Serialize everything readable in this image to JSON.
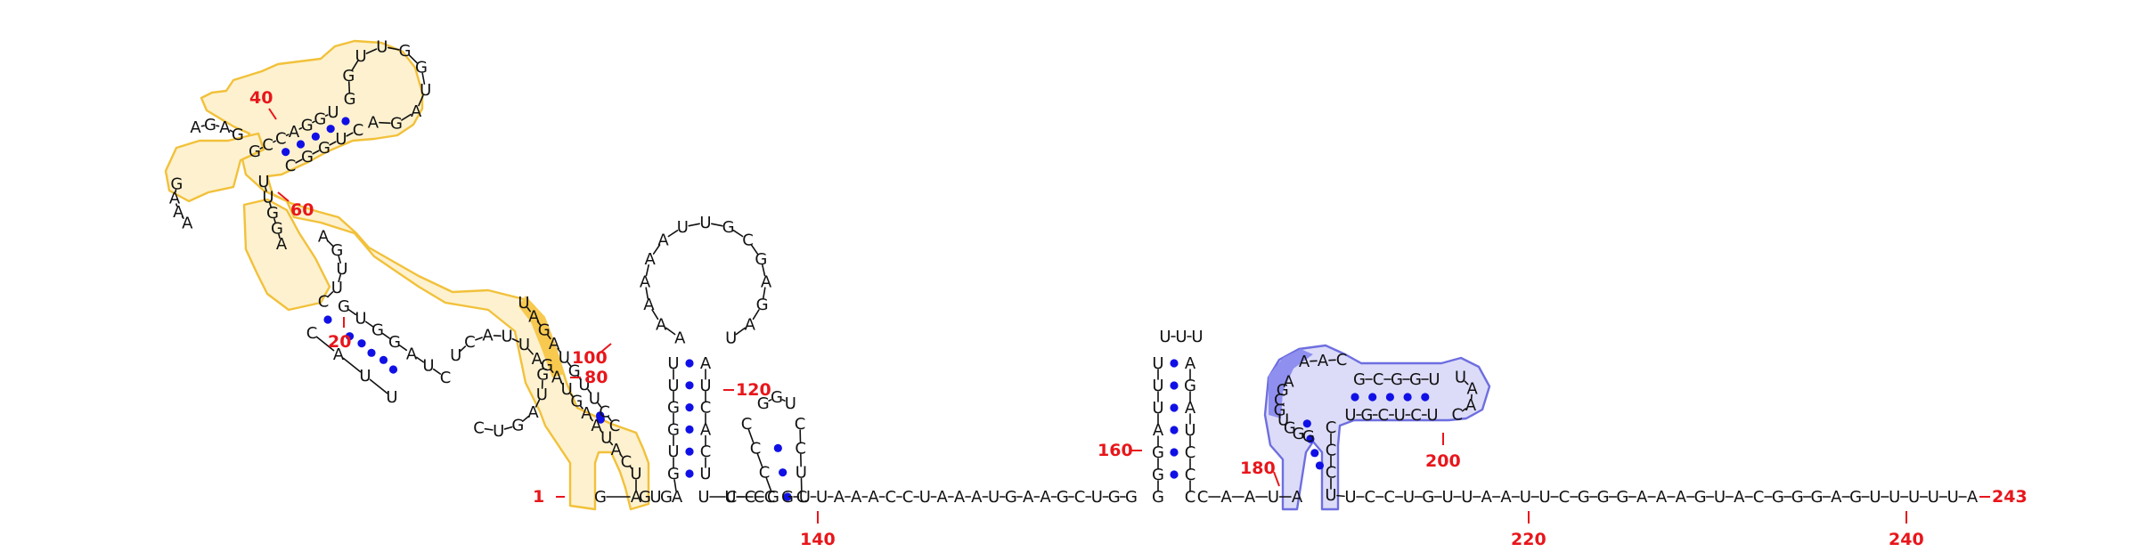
{
  "diagram": {
    "type": "rna-secondary-structure",
    "sequence_length": 243,
    "base_pair_color": "#1010e6",
    "number_color": "#e8161b",
    "highlight_colors": {
      "yellow": "#f2c13a",
      "blue": "#6e6ee0"
    }
  },
  "position_labels": [
    {
      "name": "pos-1",
      "text": "1"
    },
    {
      "name": "pos-20",
      "text": "20"
    },
    {
      "name": "pos-40",
      "text": "40"
    },
    {
      "name": "pos-60",
      "text": "60"
    },
    {
      "name": "pos-80",
      "text": "80"
    },
    {
      "name": "pos-100",
      "text": "100"
    },
    {
      "name": "pos-120",
      "text": "120"
    },
    {
      "name": "pos-140",
      "text": "140"
    },
    {
      "name": "pos-160",
      "text": "160"
    },
    {
      "name": "pos-180",
      "text": "180"
    },
    {
      "name": "pos-200",
      "text": "200"
    },
    {
      "name": "pos-220",
      "text": "220"
    },
    {
      "name": "pos-240",
      "text": "240"
    },
    {
      "name": "pos-243",
      "text": "243"
    }
  ],
  "strands": {
    "s_5p": "GA",
    "s_y3": "UCAUAAGUAG",
    "s_y2": "CCUUGUAGAU",
    "s_loopA_l": "GAAA",
    "s_loopA_t": "AGAG",
    "s_stem4a": "GCCAGGU",
    "s_hair1": "GGUUGGUAGA",
    "s_stem4b": "CUGGC",
    "s_mid6": "UUGGA",
    "s_loop6": "AGUUC",
    "s_stem7a": "GUGGAUC",
    "s_loopB_t": "UCAUUA",
    "s_loopB_r": "GUAGUC",
    "s_stem9": "CAUU",
    "s_gly": "GUGA",
    "s_link1": "UCC",
    "s_hp_ab": "GUGGUU",
    "s_hp_loop1": "AAAAAAUUGCGAGAU",
    "s_hp_ba": "AUCACU",
    "s_link2": "UCC",
    "s_hp2_l": "GCCC",
    "s_hp2_r": "CCUC",
    "s_hp2_loop": "GGU",
    "s_linear1": "GUUAAACCUAAAUGAAGCUGG",
    "s_hp3_l": "GGGAUUU",
    "s_hp3_loop": "UUU",
    "s_hp3_r": "AGAUCCC",
    "s_linear2": "CAAUA",
    "s_pk_stem_l": "GGGUGCGA",
    "s_pk_top": "AAC",
    "s_pk_hairstem": "GCGGU",
    "s_pk_hairloop": "UAAC",
    "s_pk_hairstem_b": "UCUCGU",
    "s_pk_stem_r": "CCCU",
    "s_linear3": "UCCUGUUAAUUCGGGAAAGUACGGGAGUUUUUA"
  }
}
